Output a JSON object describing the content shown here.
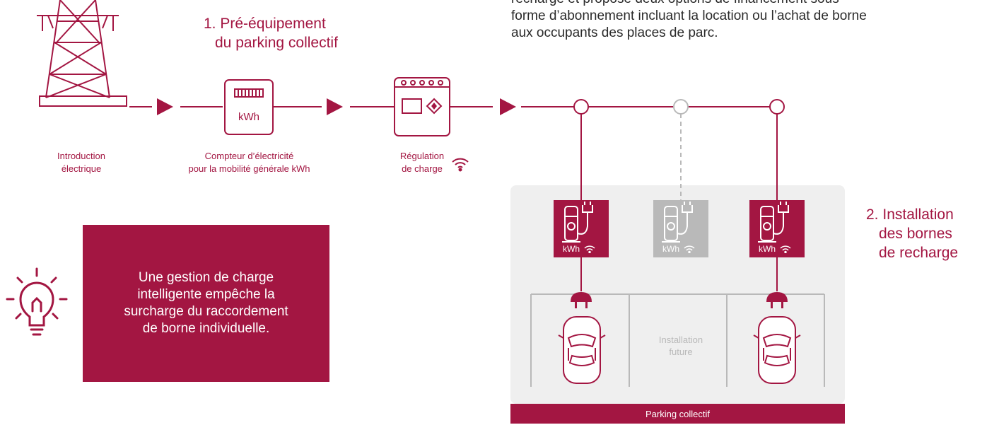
{
  "colors": {
    "primary": "#a31642",
    "grey": "#b9b9b9",
    "panel": "#efefef",
    "text": "#2a2a2a"
  },
  "top_text": [
    "recharge et propose deux options de financement sous",
    "forme d’abonnement incluant la location ou l’achat de borne",
    "aux occupants des places de parc."
  ],
  "step1": {
    "number": "1.",
    "line1": "Pré-équipement",
    "line2": "du parking collectif"
  },
  "step2": {
    "number": "2.",
    "line1": "Installation",
    "line2": "des bornes",
    "line3": "de recharge"
  },
  "captions": {
    "intro": [
      "Introduction",
      "électrique"
    ],
    "meter": [
      "Compteur d’électricité",
      "pour la mobilité générale kWh"
    ],
    "regulation": [
      "Régulation",
      "de charge"
    ]
  },
  "meter_label": "kWh",
  "stations": [
    {
      "state": "installed",
      "kwh": "kWh"
    },
    {
      "state": "future",
      "kwh": "kWh"
    },
    {
      "state": "installed",
      "kwh": "kWh"
    }
  ],
  "future_label": [
    "Installation",
    "future"
  ],
  "tip": [
    "Une gestion de charge",
    "intelligente empêche la",
    "surcharge du raccordement",
    "de borne individuelle."
  ],
  "parking_label": "Parking collectif",
  "icons": [
    "pylon-icon",
    "meter-icon",
    "regulator-icon",
    "wifi-icon",
    "charging-station-icon",
    "plug-icon",
    "car-icon",
    "lightbulb-icon",
    "arrow-right-icon"
  ]
}
